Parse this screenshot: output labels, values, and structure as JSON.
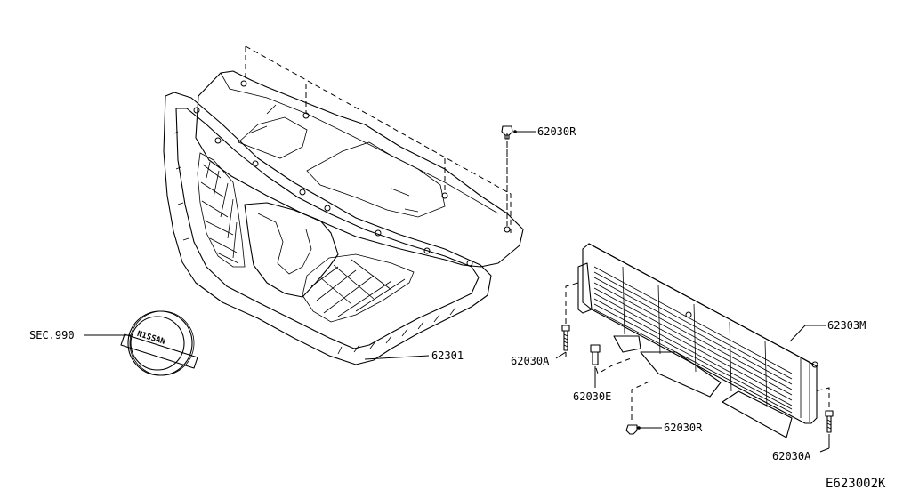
{
  "diagram": {
    "callouts": {
      "upper_clip": "62030R",
      "grille": "62301",
      "emblem": "SEC.990",
      "cooling_panel": "62303M",
      "left_bolt": "62030A",
      "center_clip": "62030E",
      "lower_clip": "62030R",
      "right_bolt": "62030A"
    },
    "drawing_code": "E623002K"
  }
}
